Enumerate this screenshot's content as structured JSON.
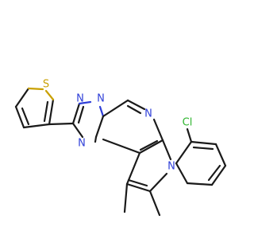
{
  "diagram": {
    "type": "chemical-structure",
    "atoms": {
      "s1": {
        "label": "S",
        "color": "#c9a000"
      },
      "cl1": {
        "label": "Cl",
        "color": "#2fb52f"
      },
      "n_top_left": {
        "label": "N",
        "color": "#2f3fd8"
      },
      "n_top_right": {
        "label": "N",
        "color": "#2f3fd8"
      },
      "n_left": {
        "label": "N",
        "color": "#2f3fd8"
      },
      "n_pyrimidine": {
        "label": "N",
        "color": "#2f3fd8"
      },
      "n_pyrrole": {
        "label": "N",
        "color": "#2f3fd8"
      }
    }
  }
}
